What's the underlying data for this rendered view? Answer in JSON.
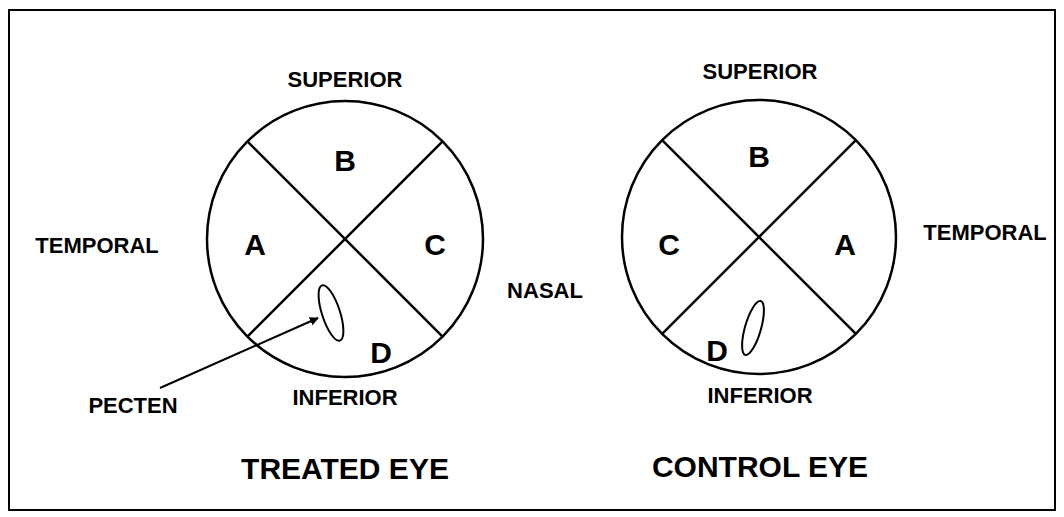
{
  "diagram": {
    "nodes": [
      {
        "text": [
          "B",
          "A",
          "C",
          "D"
        ]
      },
      {
        "text": [
          "B",
          "C",
          "A",
          "D"
        ]
      }
    ],
    "labels": [
      "SUPERIOR",
      "SUPERIOR",
      "TEMPORAL",
      "TEMPORAL",
      "NASAL",
      "PECTEN",
      "INFERIOR",
      "INFERIOR",
      "TREATED EYE",
      "CONTROL EYE"
    ]
  }
}
